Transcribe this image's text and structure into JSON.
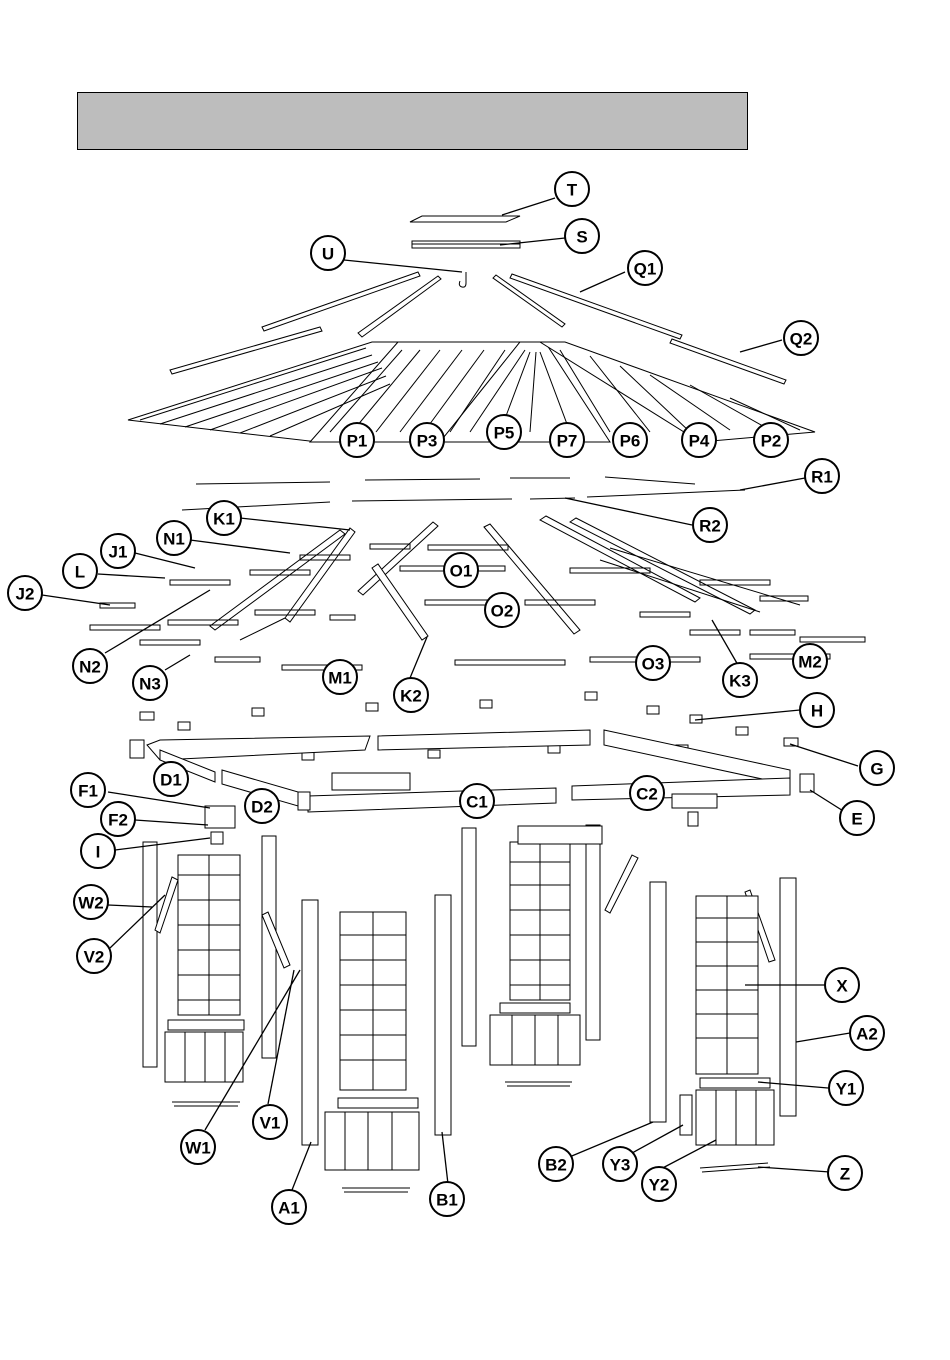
{
  "header": {
    "title": ""
  },
  "colors": {
    "header_fill": "#bdbdbd",
    "ink": "#000000",
    "part_fill": "#ffffff"
  },
  "callouts": [
    {
      "id": "T",
      "label": "T"
    },
    {
      "id": "S",
      "label": "S"
    },
    {
      "id": "U",
      "label": "U"
    },
    {
      "id": "Q1",
      "label": "Q1"
    },
    {
      "id": "Q2",
      "label": "Q2"
    },
    {
      "id": "P1",
      "label": "P1"
    },
    {
      "id": "P3",
      "label": "P3"
    },
    {
      "id": "P5",
      "label": "P5"
    },
    {
      "id": "P7",
      "label": "P7"
    },
    {
      "id": "P6",
      "label": "P6"
    },
    {
      "id": "P4",
      "label": "P4"
    },
    {
      "id": "P2",
      "label": "P2"
    },
    {
      "id": "R1",
      "label": "R1"
    },
    {
      "id": "R2",
      "label": "R2"
    },
    {
      "id": "K1",
      "label": "K1"
    },
    {
      "id": "N1",
      "label": "N1"
    },
    {
      "id": "J1",
      "label": "J1"
    },
    {
      "id": "L",
      "label": "L"
    },
    {
      "id": "J2",
      "label": "J2"
    },
    {
      "id": "O1",
      "label": "O1"
    },
    {
      "id": "O2",
      "label": "O2"
    },
    {
      "id": "N2",
      "label": "N2"
    },
    {
      "id": "N3",
      "label": "N3"
    },
    {
      "id": "M1",
      "label": "M1"
    },
    {
      "id": "K2",
      "label": "K2"
    },
    {
      "id": "O3",
      "label": "O3"
    },
    {
      "id": "M2",
      "label": "M2"
    },
    {
      "id": "K3",
      "label": "K3"
    },
    {
      "id": "H",
      "label": "H"
    },
    {
      "id": "G",
      "label": "G"
    },
    {
      "id": "D1",
      "label": "D1"
    },
    {
      "id": "F1",
      "label": "F1"
    },
    {
      "id": "D2",
      "label": "D2"
    },
    {
      "id": "C1",
      "label": "C1"
    },
    {
      "id": "C2",
      "label": "C2"
    },
    {
      "id": "E",
      "label": "E"
    },
    {
      "id": "F2",
      "label": "F2"
    },
    {
      "id": "I",
      "label": "I"
    },
    {
      "id": "W2",
      "label": "W2"
    },
    {
      "id": "V2",
      "label": "V2"
    },
    {
      "id": "X",
      "label": "X"
    },
    {
      "id": "A2",
      "label": "A2"
    },
    {
      "id": "Y1",
      "label": "Y1"
    },
    {
      "id": "V1",
      "label": "V1"
    },
    {
      "id": "W1",
      "label": "W1"
    },
    {
      "id": "B2",
      "label": "B2"
    },
    {
      "id": "Y3",
      "label": "Y3"
    },
    {
      "id": "Z",
      "label": "Z"
    },
    {
      "id": "Y2",
      "label": "Y2"
    },
    {
      "id": "B1",
      "label": "B1"
    },
    {
      "id": "A1",
      "label": "A1"
    }
  ]
}
